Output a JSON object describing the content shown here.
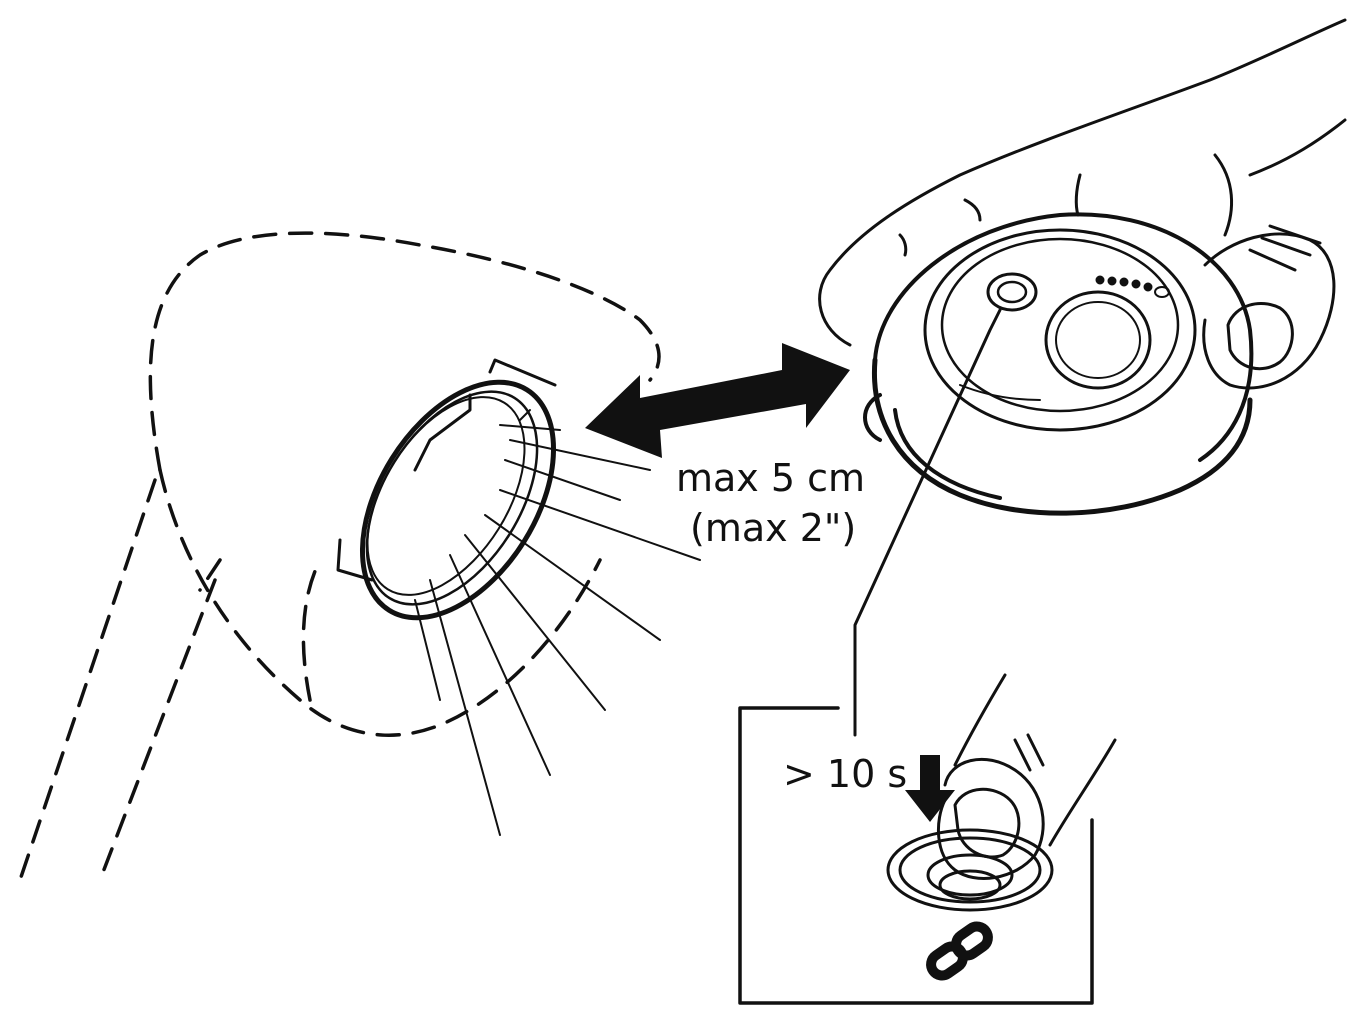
{
  "labels": {
    "distance_cm": "max 5 cm",
    "distance_inch": "(max 2\")",
    "press_duration": "> 10 s"
  },
  "icons": {
    "pairing": "link-icon",
    "press_direction": "arrow-down-icon",
    "distance": "double-arrow-icon"
  },
  "colors": {
    "line": "#111111",
    "background": "#ffffff"
  }
}
